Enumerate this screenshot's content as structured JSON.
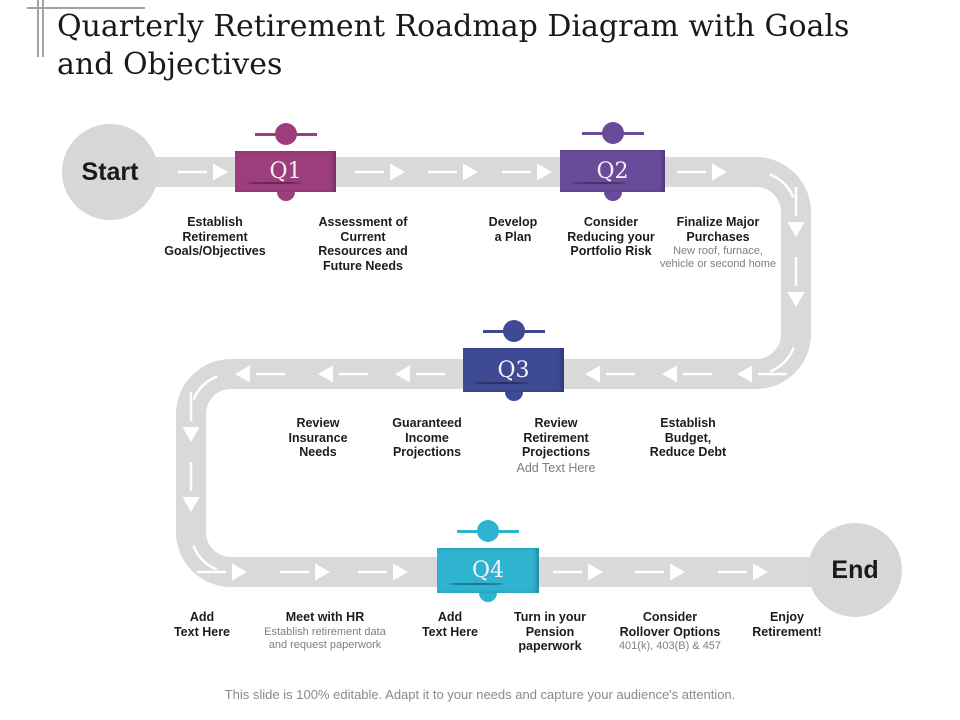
{
  "slide": {
    "title": "Quarterly Retirement Roadmap Diagram with Goals\nand Objectives",
    "footer": "This slide is 100% editable. Adapt it to your needs and capture your audience's attention."
  },
  "roadmap": {
    "start_label": "Start",
    "end_label": "End",
    "colors": {
      "road": "#d9d9d9",
      "q1": "#9c3d7c",
      "q2": "#6a4b9b",
      "q3": "#3e4a94",
      "q4": "#2eb3d0",
      "arrow": "#ffffff"
    },
    "quarters": [
      {
        "label": "Q1"
      },
      {
        "label": "Q2"
      },
      {
        "label": "Q3"
      },
      {
        "label": "Q4"
      }
    ],
    "row1": [
      {
        "title": "Establish\nRetirement\nGoals/Objectives"
      },
      {
        "title": "Assessment of\nCurrent\nResources and\nFuture Needs"
      },
      {
        "title": "Develop\na Plan"
      },
      {
        "title": "Consider\nReducing your\nPortfolio Risk"
      },
      {
        "title": "Finalize Major\nPurchases",
        "sub": "New roof, furnace,\nvehicle or second home"
      }
    ],
    "row2": [
      {
        "title": "Review\nInsurance\nNeeds"
      },
      {
        "title": "Guaranteed\nIncome\nProjections"
      },
      {
        "title": "Review\nRetirement\nProjections",
        "sub": "Add Text Here"
      },
      {
        "title": "Establish\nBudget,\nReduce Debt"
      }
    ],
    "row3": [
      {
        "title": "Add\nText Here"
      },
      {
        "title": "Meet with HR",
        "sub": "Establish retirement data\nand request paperwork"
      },
      {
        "title": "Add\nText Here"
      },
      {
        "title": "Turn in your\nPension\npaperwork"
      },
      {
        "title": "Consider\nRollover Options",
        "sub": "401(k), 403(B) & 457"
      },
      {
        "title": "Enjoy\nRetirement!"
      }
    ]
  }
}
